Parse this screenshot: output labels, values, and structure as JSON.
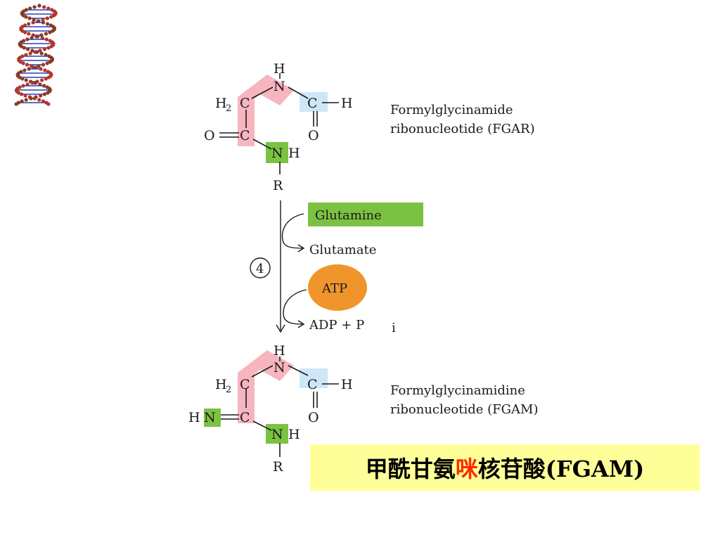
{
  "colors": {
    "pink_highlight": "#f7b5bf",
    "blue_highlight": "#cde7f7",
    "green_highlight": "#7cc242",
    "atp_orange": "#f0952c",
    "caption_bg": "#ffff99",
    "caption_accent": "#ff2a00"
  },
  "icons": {
    "dna": "dna-helix-icon"
  },
  "fgar": {
    "atoms": {
      "h_top": "H",
      "n_top": "N",
      "h2": "H",
      "h2_sub": "2",
      "c_left": "C",
      "c_formyl": "C",
      "h_formyl": "H",
      "o_left": "O",
      "c_amide": "C",
      "o_formyl": "O",
      "n_amide": "N",
      "h_amide": "H",
      "r": "R"
    },
    "name_line1": "Formylglycinamide",
    "name_line2": "ribonucleotide (FGAR)"
  },
  "reaction": {
    "step": "4",
    "glutamine": "Glutamine",
    "glutamate": "Glutamate",
    "atp": "ATP",
    "adp_pi": "ADP + P",
    "adp_pi_sub": "i"
  },
  "fgam": {
    "atoms": {
      "h_top": "H",
      "n_top": "N",
      "h2": "H",
      "h2_sub": "2",
      "c_left": "C",
      "c_formyl": "C",
      "h_formyl": "H",
      "hn_h": "H",
      "hn_n": "N",
      "c_amidine": "C",
      "o_formyl": "O",
      "n_amide": "N",
      "h_amide": "H",
      "r": "R"
    },
    "name_line1": "Formylglycinamidine",
    "name_line2": "ribonucleotide (FGAM)"
  },
  "caption": {
    "part1": "甲酰甘氨",
    "part2": "咪",
    "part3": "核苷酸(FGAM)"
  }
}
